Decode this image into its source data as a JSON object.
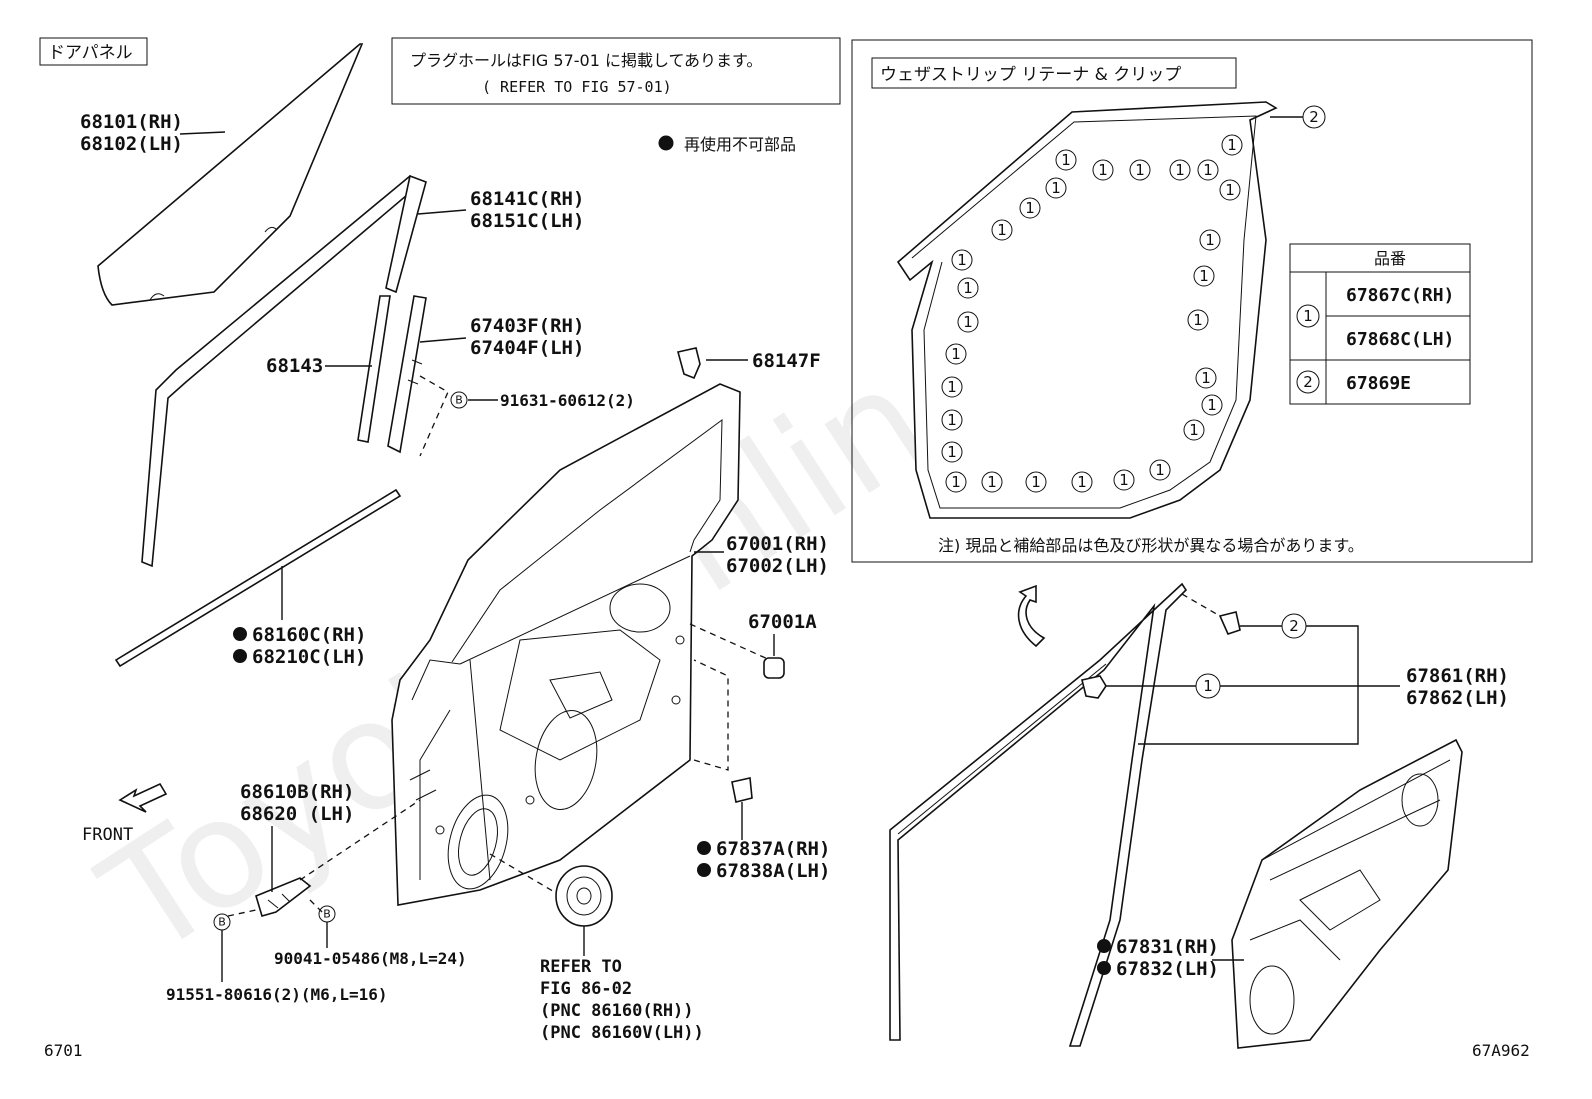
{
  "header": {
    "section_label": "ドアパネル",
    "note_plug_line1": "プラグホールはFIG 57-01 に掲載してあります。",
    "note_plug_line2": "( REFER TO FIG  57-01)",
    "non_reusable_note": "再使用不可部品",
    "page_code": "6701",
    "illustration_code": "67A962",
    "watermark": "Toyota-Online.ru"
  },
  "parts": {
    "p68101": "68101(RH)",
    "p68102": "68102(LH)",
    "p68141c": "68141C(RH)",
    "p68151c": "68151C(LH)",
    "p67403f": "67403F(RH)",
    "p67404f": "67404F(LH)",
    "p68143": "68143",
    "p68147f": "68147F",
    "p91631": "91631-60612(2)",
    "p68160c": "68160C(RH)",
    "p68210c": "68210C(LH)",
    "p67001": "67001(RH)",
    "p67002": "67002(LH)",
    "p67001a": "67001A",
    "p68610b": "68610B(RH)",
    "p68620": "68620  (LH)",
    "p67837a": "67837A(RH)",
    "p67838a": "67838A(LH)",
    "p90041": "90041-05486(M8,L=24)",
    "p91551": "91551-80616(2)(M6,L=16)",
    "refer_line1": "REFER TO",
    "refer_line2": "FIG 86-02",
    "refer_line3": "(PNC 86160(RH))",
    "refer_line4": "(PNC 86160V(LH))",
    "p67861": "67861(RH)",
    "p67862": "67862(LH)",
    "p67831": "67831(RH)",
    "p67832": "67832(LH)",
    "front": "FRONT",
    "bolt_mark": "B",
    "callout_1": "1",
    "callout_2": "2"
  },
  "inset": {
    "title": "ウェザストリップ リテーナ & クリップ",
    "table_header": "品番",
    "row1_key": "1",
    "row1_part_rh": "67867C(RH)",
    "row1_part_lh": "67868C(LH)",
    "row2_key": "2",
    "row2_part": "67869E",
    "callout_1": "1",
    "callout_2": "2",
    "note": "注) 現品と補給部品は色及び形状が異なる場合があります。"
  }
}
